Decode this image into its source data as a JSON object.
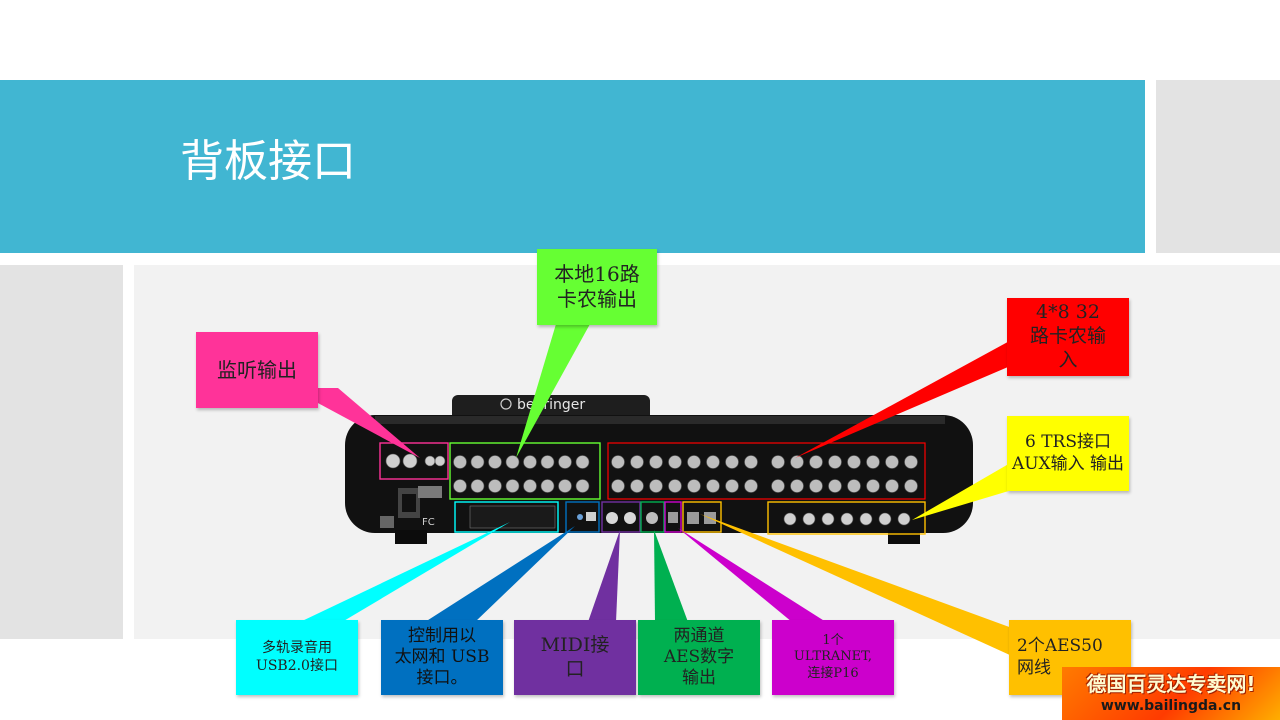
{
  "slide": {
    "title": "背板接口"
  },
  "device": {
    "brand_text": "behringer"
  },
  "callouts": {
    "monitor_out": "监听输出",
    "local16_line1": "本地16路",
    "local16_line2": "卡农输出",
    "xlr_in_line1": "4*8  32",
    "xlr_in_line2": "路卡农输",
    "xlr_in_line3": "入",
    "trs_line1": "6 TRS接口",
    "trs_line2": "AUX输入 输出",
    "usb_line1": "多轨录音用",
    "usb_line2": "USB2.0接口",
    "eth_line1": "控制用以",
    "eth_line2": "太网和 USB",
    "eth_line3": "接口。",
    "midi_line1": "MIDI接",
    "midi_line2": "口",
    "aes_line1": "两通道",
    "aes_line2": "AES数字",
    "aes_line3": "输出",
    "ultranet_line1": "1个",
    "ultranet_line2": "ULTRANET,",
    "ultranet_line3": "连接P16",
    "aes50_line1": "2个AES50",
    "aes50_line2": "网线"
  },
  "watermark": {
    "line1": "德国百灵达专卖网!",
    "line2": "www.bailingda.cn"
  },
  "colors": {
    "header": "#41b6d2",
    "panel": "#f2f2f2",
    "side": "#e3e3e3",
    "pink": "#ff3399",
    "green": "#66ff33",
    "red": "#ff0000",
    "yellow": "#ffff00",
    "cyan": "#00ffff",
    "blue": "#0070c0",
    "purple": "#7030a0",
    "dark_green": "#00b050",
    "magenta": "#cc00cc",
    "orange": "#ffc000"
  }
}
